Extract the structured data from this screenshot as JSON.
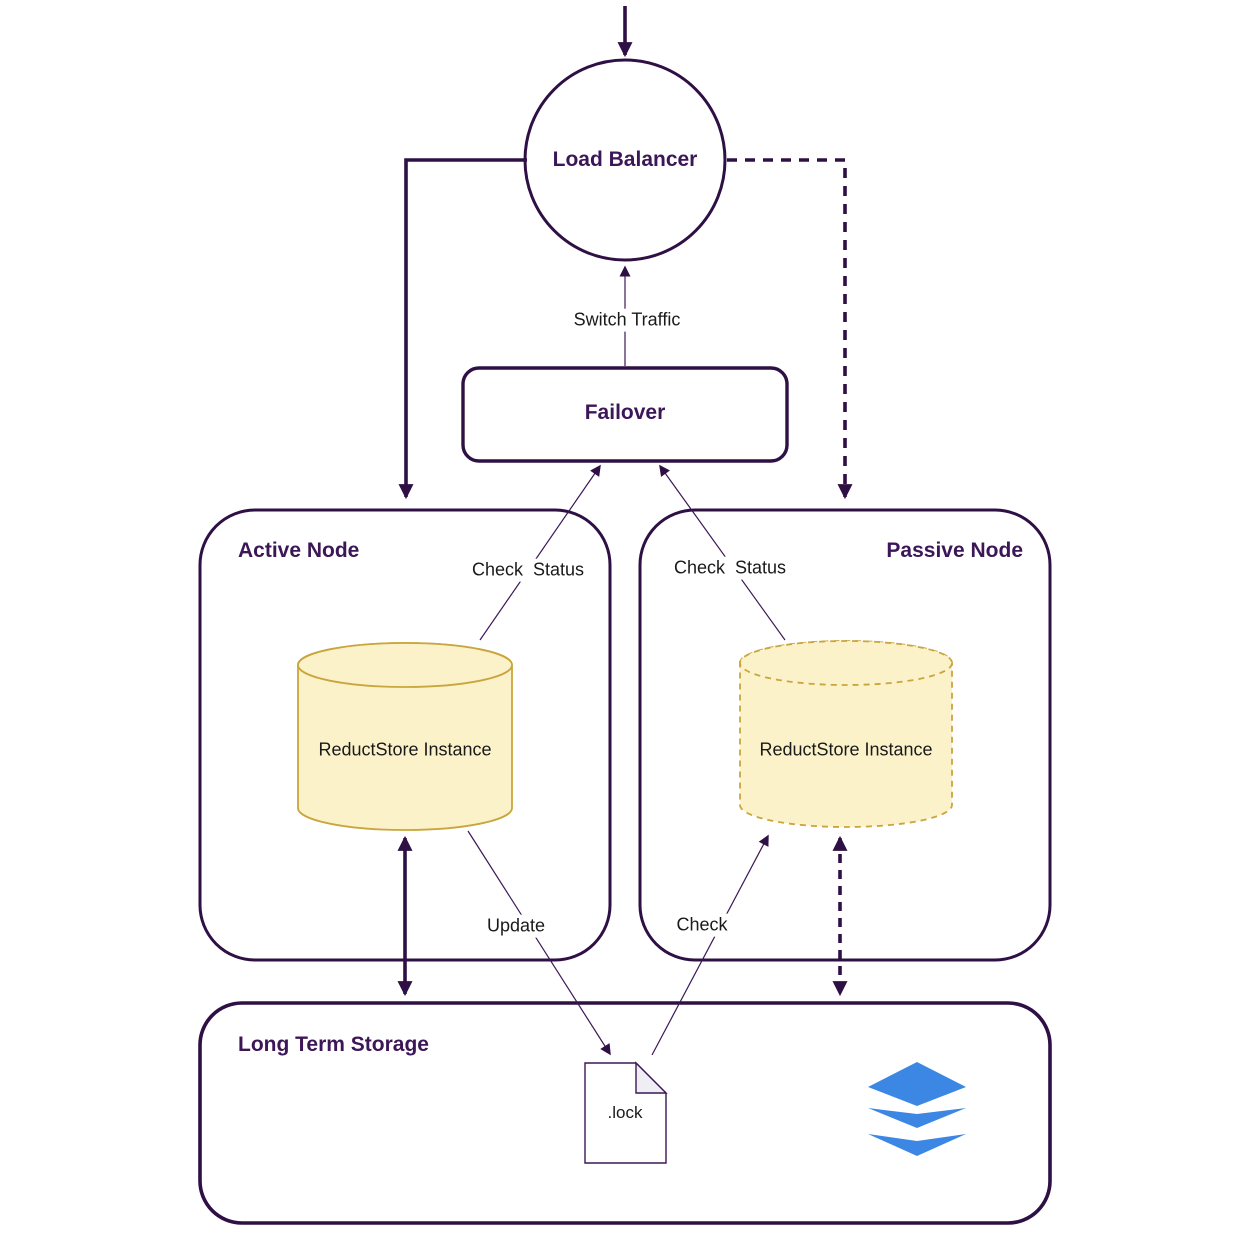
{
  "diagram": {
    "load_balancer": {
      "label": "Load Balancer"
    },
    "failover": {
      "label": "Failover"
    },
    "active_node": {
      "title": "Active Node",
      "instance_label": "ReductStore Instance"
    },
    "passive_node": {
      "title": "Passive Node",
      "instance_label": "ReductStore Instance"
    },
    "storage": {
      "title": "Long Term Storage",
      "lock_file_label": ".lock"
    },
    "edge_labels": {
      "switch_traffic": "Switch Traffic",
      "check_status_left": "Check  Status",
      "check_status_right": "Check  Status",
      "update": "Update",
      "check": "Check"
    },
    "colors": {
      "stroke_purple": "#2f1045",
      "text_purple": "#3c1657",
      "edge_label_text": "#1a1a1a",
      "cylinder_fill": "#fcf2ca",
      "cylinder_stroke": "#c9a63d",
      "layers_icon_blue": "#3d87e4",
      "file_fold_fill": "#f0eef5",
      "background": "#ffffff"
    }
  }
}
